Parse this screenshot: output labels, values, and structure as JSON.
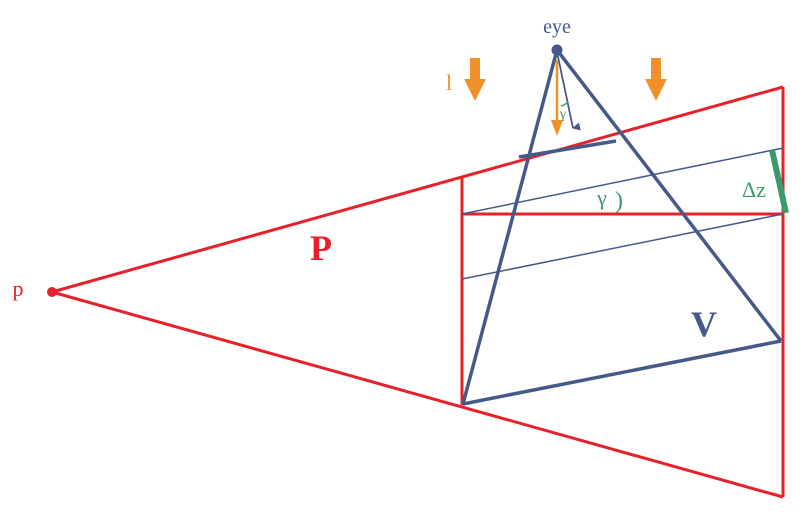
{
  "labels": {
    "eye": "eye",
    "light": "l",
    "gamma_small": "γ",
    "gamma": "γ",
    "paren": ")",
    "delta_z": "Δz",
    "P": "P",
    "V": "V",
    "p": "p"
  },
  "colors": {
    "red": "#e8202a",
    "blue": "#465a8a",
    "orange": "#f0902a",
    "green": "#3a9a6a",
    "background": "#ffffff"
  }
}
